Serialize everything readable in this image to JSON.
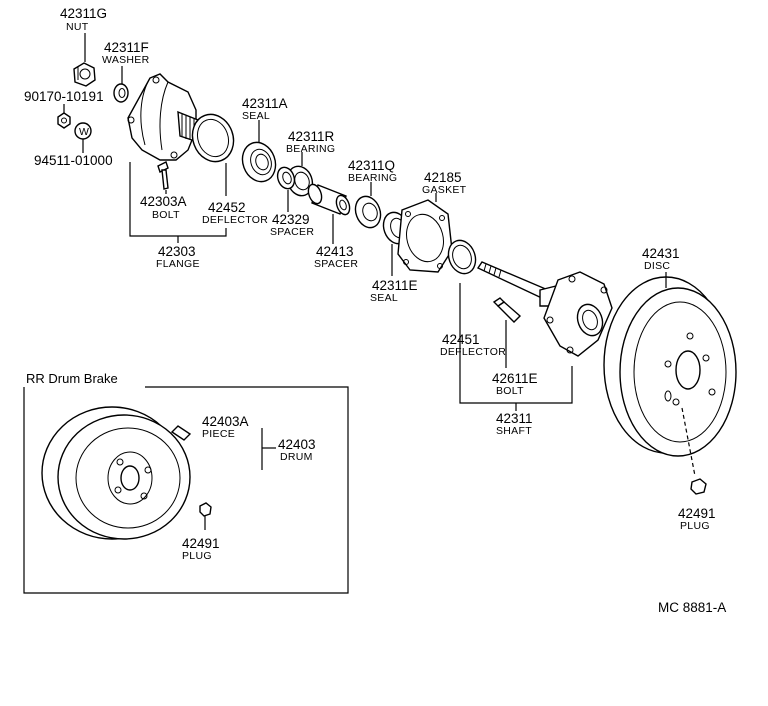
{
  "parts": {
    "nut": {
      "number": "42311G",
      "name": "NUT"
    },
    "washer": {
      "number": "42311F",
      "name": "WASHER"
    },
    "nut_90170": {
      "number": "90170-10191"
    },
    "washer_94511": {
      "number": "94511-01000",
      "mark": "W"
    },
    "bolt_flange": {
      "number": "42303A",
      "name": "BOLT"
    },
    "deflector_flange": {
      "number": "42452",
      "name": "DEFLECTOR"
    },
    "flange": {
      "number": "42303",
      "name": "FLANGE"
    },
    "seal_outer": {
      "number": "42311A",
      "name": "SEAL"
    },
    "bearing_r": {
      "number": "42311R",
      "name": "BEARING"
    },
    "spacer_42329": {
      "number": "42329",
      "name": "SPACER"
    },
    "bearing_q": {
      "number": "42311Q",
      "name": "BEARING"
    },
    "spacer_42413": {
      "number": "42413",
      "name": "SPACER"
    },
    "gasket": {
      "number": "42185",
      "name": "GASKET"
    },
    "seal_inner": {
      "number": "42311E",
      "name": "SEAL"
    },
    "disc": {
      "number": "42431",
      "name": "DISC"
    },
    "deflector_shaft": {
      "number": "42451",
      "name": "DEFLECTOR"
    },
    "bolt_shaft": {
      "number": "42611E",
      "name": "BOLT"
    },
    "shaft": {
      "number": "42311",
      "name": "SHAFT"
    },
    "plug_disc": {
      "number": "42491",
      "name": "PLUG"
    }
  },
  "drum_box": {
    "title": "RR Drum Brake",
    "piece": {
      "number": "42403A",
      "name": "PIECE"
    },
    "drum": {
      "number": "42403",
      "name": "DRUM"
    },
    "plug": {
      "number": "42491",
      "name": "PLUG"
    }
  },
  "footer": {
    "code": "MC 8881-A"
  }
}
